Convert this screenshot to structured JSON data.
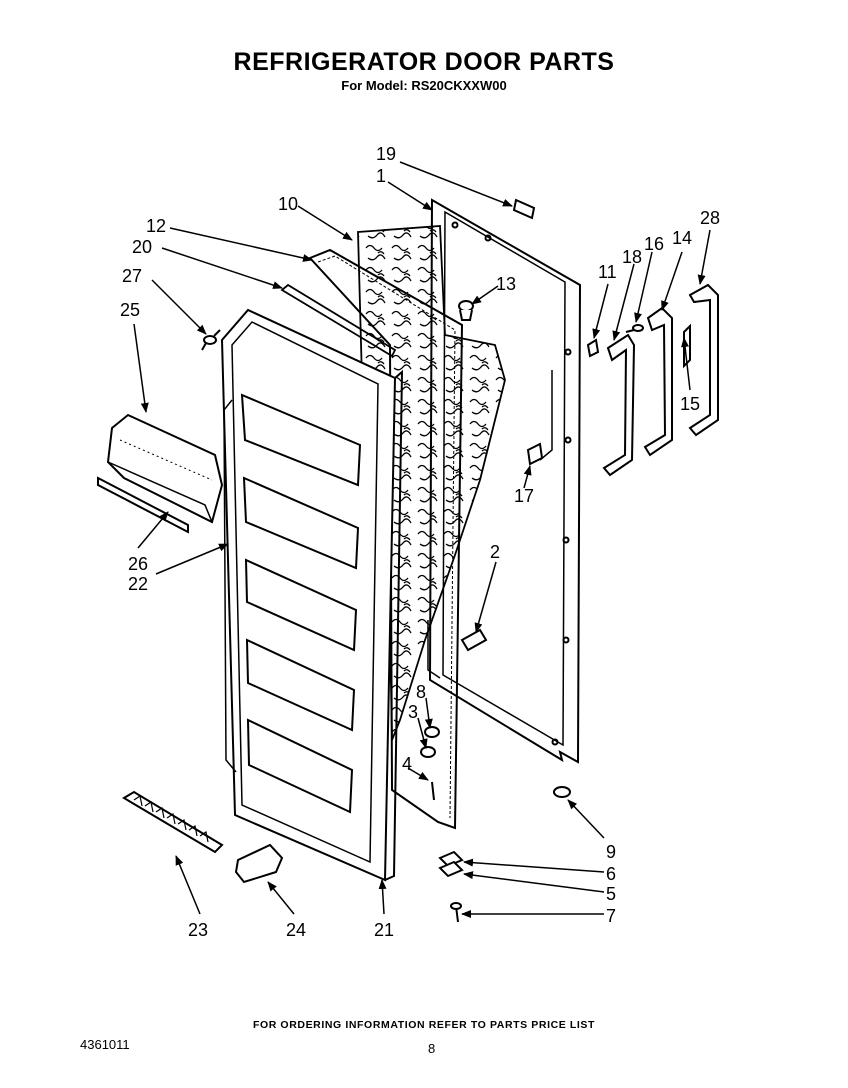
{
  "header": {
    "title": "REFRIGERATOR DOOR PARTS",
    "subtitle": "For Model: RS20CKXXW00"
  },
  "callouts": {
    "c1": "1",
    "c2": "2",
    "c3": "3",
    "c4": "4",
    "c5": "5",
    "c6": "6",
    "c7": "7",
    "c8": "8",
    "c9": "9",
    "c10": "10",
    "c11": "11",
    "c12": "12",
    "c13": "13",
    "c14": "14",
    "c15": "15",
    "c16": "16",
    "c17": "17",
    "c18": "18",
    "c19": "19",
    "c20": "20",
    "c21": "21",
    "c22": "22",
    "c23": "23",
    "c24": "24",
    "c25": "25",
    "c26": "26",
    "c27": "27",
    "c28": "28"
  },
  "footer": {
    "ordering_note": "FOR ORDERING INFORMATION REFER TO PARTS PRICE LIST",
    "doc_number": "4361011",
    "page_number": "8"
  }
}
